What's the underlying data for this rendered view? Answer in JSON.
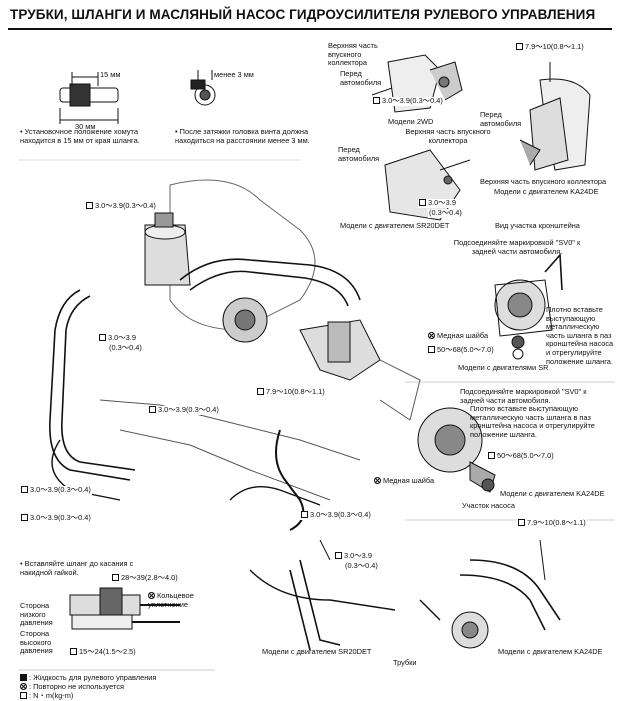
{
  "title": "ТРУБКИ, ШЛАНГИ И МАСЛЯНЫЙ НАСОС ГИДРОУСИЛИТЕЛЯ РУЛЕВОГО УПРАВЛЕНИЯ",
  "clamp_detail": {
    "dim_15": "15 мм",
    "dim_30": "30 мм",
    "dim_3": "менее 3 мм",
    "note_position": "• Установочное положение хомута находится в 15 мм от края шланга.",
    "note_screw": "• После затяжки головка винта должна находиться на расстоянии менее 3 мм."
  },
  "main_labels": {
    "torque_top": "3.0～3.9(0.3～0.4)",
    "torque_mid_a": "3.0～3.9",
    "torque_mid_b": "(0.3～0.4)",
    "torque_center": "7.9～10(0.8～1.1)",
    "torque_right": "3.0～3.9(0.3～0.4)",
    "torque_low1": "3.0～3.9(0.3～0.4)",
    "torque_low2": "3.0～3.9(0.3～0.4)",
    "torque_bottom": "3.0～3.9(0.3～0.4)",
    "copper_washer": "Медная шайба"
  },
  "models_2wd": {
    "upper_intake": "Верхняя часть впускного коллектора",
    "front": "Перед автомобиля",
    "torque": "3.0～3.9(0.3～0.4)",
    "caption": "Модели 2WD"
  },
  "models_sr20det": {
    "upper_intake": "Верхняя часть впускного коллектора",
    "front": "Перед автомобиля",
    "torque_a": "3.0～3.9",
    "torque_b": "(0.3～0.4)",
    "caption": "Модели с двигателем SR20DET"
  },
  "models_ka24de_top": {
    "torque": "7.9～10(0.8～1.1)",
    "front": "Перед автомобиля",
    "upper_intake": "Верхняя часть впускного коллектора",
    "caption": "Модели с двигателем KA24DE"
  },
  "bracket": {
    "heading": "Вид участка кронштейна",
    "connect_note": "Подсоединяйте маркировкой \"SV0\" к задней части автомобиля.",
    "insert_note": "Плотно вставьте выступающую металлическую часть шланга в паз кронштейна насоса и отрегулируйте положение шланга.",
    "copper_washer": "Медная шайба",
    "torque": "50～68(5.0～7.0)",
    "caption": "Модели с двигателями SR"
  },
  "pump_ka24de": {
    "connect_note": "Подсоединяйте маркировкой \"SV0\" к задней части автомобиля.",
    "insert_note": "Плотно вставьте выступающую металлическую часть шланга в паз кронштейна насоса и отрегулируйте положение шланга.",
    "torque": "50～68(5.0～7.0)",
    "caption": "Модели с двигателем KA24DE",
    "section": "Участок насоса"
  },
  "hose_detail": {
    "insert_note": "• Вставляйте шланг до касания с накидной гайкой.",
    "torque_a": "28～39(2.8～4.0)",
    "o_ring": "Кольцевое уплотнение",
    "low_side": "Сторона низкого давления",
    "high_side": "Сторона высокого давления",
    "torque_b": "15～24(1.5～2.5)"
  },
  "tubes": {
    "torque_sr": "3.0～3.9",
    "torque_sr_b": "(0.3～0.4)",
    "torque_ka": "7.9～10(0.8～1.1)",
    "caption_sr": "Модели с двигателем SR20DET",
    "caption_tubes": "Трубки",
    "caption_ka": "Модели с двигателем KA24DE"
  },
  "legend": {
    "fluid": ": Жидкость для рулевого управления",
    "no_reuse": ": Повторно не используется",
    "units": ": N・m(kg-m)"
  }
}
